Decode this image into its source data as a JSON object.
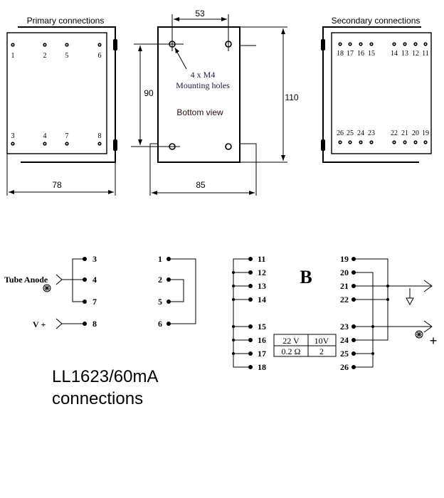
{
  "primary": {
    "title": "Primary connections",
    "top_pins": [
      "1",
      "2",
      "5",
      "6"
    ],
    "bottom_pins": [
      "3",
      "4",
      "7",
      "8"
    ],
    "width_dim": "78"
  },
  "bottom": {
    "hole_spacing_dim": "53",
    "height_hole_dim": "90",
    "height_dim": "110",
    "width_dim": "85",
    "holes_label_1": "4 x M4",
    "holes_label_2": "Mounting holes",
    "view_label": "Bottom view"
  },
  "secondary": {
    "title": "Secondary connections",
    "top_pins": [
      "18",
      "17",
      "16",
      "15",
      "14",
      "13",
      "12",
      "11"
    ],
    "bottom_pins": [
      "26",
      "25",
      "24",
      "23",
      "22",
      "21",
      "20",
      "19"
    ]
  },
  "schematic_primary": {
    "anode_label": "Tube Anode",
    "vplus_label": "V +",
    "group_a_pins": [
      "3",
      "4",
      "7",
      "8"
    ],
    "group_b_pins": [
      "1",
      "2",
      "5",
      "6"
    ]
  },
  "schematic_secondary": {
    "variant_label": "B",
    "left_pins": [
      "11",
      "12",
      "13",
      "14",
      "15",
      "16",
      "17",
      "18"
    ],
    "right_pins": [
      "19",
      "20",
      "21",
      "22",
      "23",
      "24",
      "25",
      "26"
    ],
    "spec_table": [
      [
        "22 V",
        "10V"
      ],
      [
        "0.2 Ω",
        "2"
      ]
    ],
    "plus_label": "+"
  },
  "caption": {
    "line1": "LL1623/60mA",
    "line2": "connections"
  }
}
